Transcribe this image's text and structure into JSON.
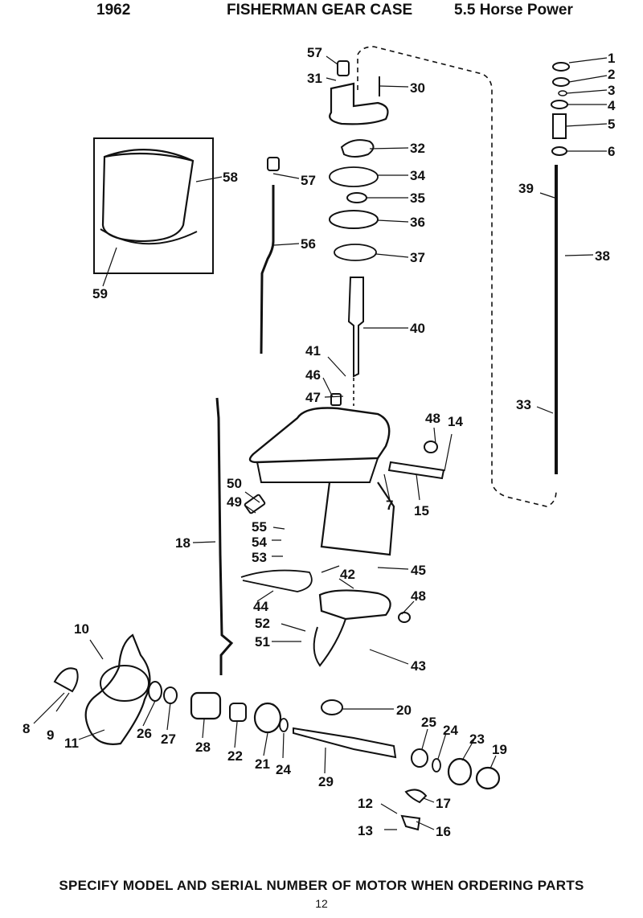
{
  "header": {
    "year": "1962",
    "title": "FISHERMAN GEAR CASE",
    "horsepower": "5.5 Horse Power"
  },
  "callouts": {
    "n1": "1",
    "n2": "2",
    "n3": "3",
    "n4": "4",
    "n5": "5",
    "n6": "6",
    "n7": "7",
    "n8": "8",
    "n9": "9",
    "n10": "10",
    "n11": "11",
    "n12": "12",
    "n13": "13",
    "n14": "14",
    "n15": "15",
    "n16": "16",
    "n17": "17",
    "n18": "18",
    "n19": "19",
    "n20": "20",
    "n21": "21",
    "n22": "22",
    "n23": "23",
    "n24a": "24",
    "n24b": "24",
    "n25": "25",
    "n26": "26",
    "n27": "27",
    "n28": "28",
    "n29": "29",
    "n30": "30",
    "n31": "31",
    "n32": "32",
    "n33": "33",
    "n34": "34",
    "n35": "35",
    "n36": "36",
    "n37": "37",
    "n38": "38",
    "n39": "39",
    "n40": "40",
    "n41": "41",
    "n42": "42",
    "n43": "43",
    "n44": "44",
    "n45": "45",
    "n46": "46",
    "n47": "47",
    "n48a": "48",
    "n48b": "48",
    "n49": "49",
    "n50": "50",
    "n51": "51",
    "n52": "52",
    "n53": "53",
    "n54": "54",
    "n55": "55",
    "n56": "56",
    "n57a": "57",
    "n57b": "57",
    "n58": "58",
    "n59": "59"
  },
  "footer": {
    "note": "SPECIFY MODEL AND SERIAL NUMBER OF MOTOR WHEN ORDERING PARTS",
    "page": "12"
  }
}
